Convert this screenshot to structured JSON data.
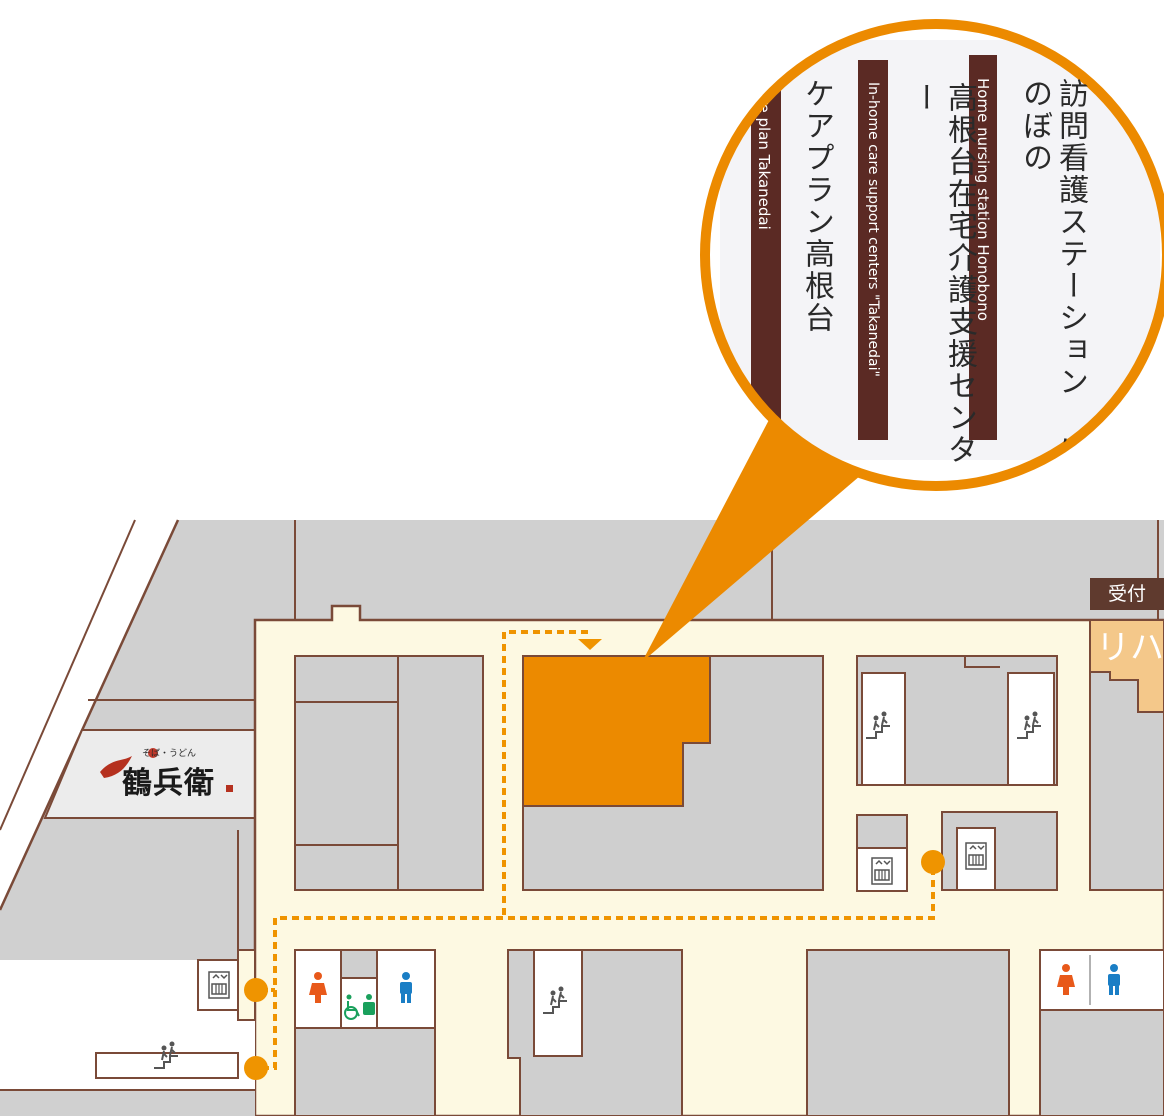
{
  "callout": {
    "lines": [
      {
        "jp": "訪問看護ステーション ほのぼの",
        "en": "Home nursing station Honobono"
      },
      {
        "jp": "高根台在宅介護支援センター",
        "en": "In-home care support centers \"Takanedai\""
      },
      {
        "jp": "ケアプラン高根台",
        "en": "Care plan Takanedai"
      }
    ]
  },
  "labels": {
    "reception": "受付",
    "rehab_partial": "リハ",
    "restaurant_small": "そば・うどん",
    "restaurant_name": "鶴兵衛"
  },
  "icons": [
    "escalator-icon",
    "elevator-icon",
    "female-restroom-icon",
    "male-restroom-icon",
    "accessible-restroom-icon",
    "route-marker-icon",
    "destination-arrow-icon"
  ],
  "colors": {
    "highlight": "#ec8a00",
    "corridor": "#fdf9e2",
    "block": "#cfcfcf",
    "outline": "#7a4a38",
    "sign": "#5b2a24",
    "female": "#e8591a",
    "male": "#1a7ec5",
    "accessible": "#1aa05c"
  }
}
